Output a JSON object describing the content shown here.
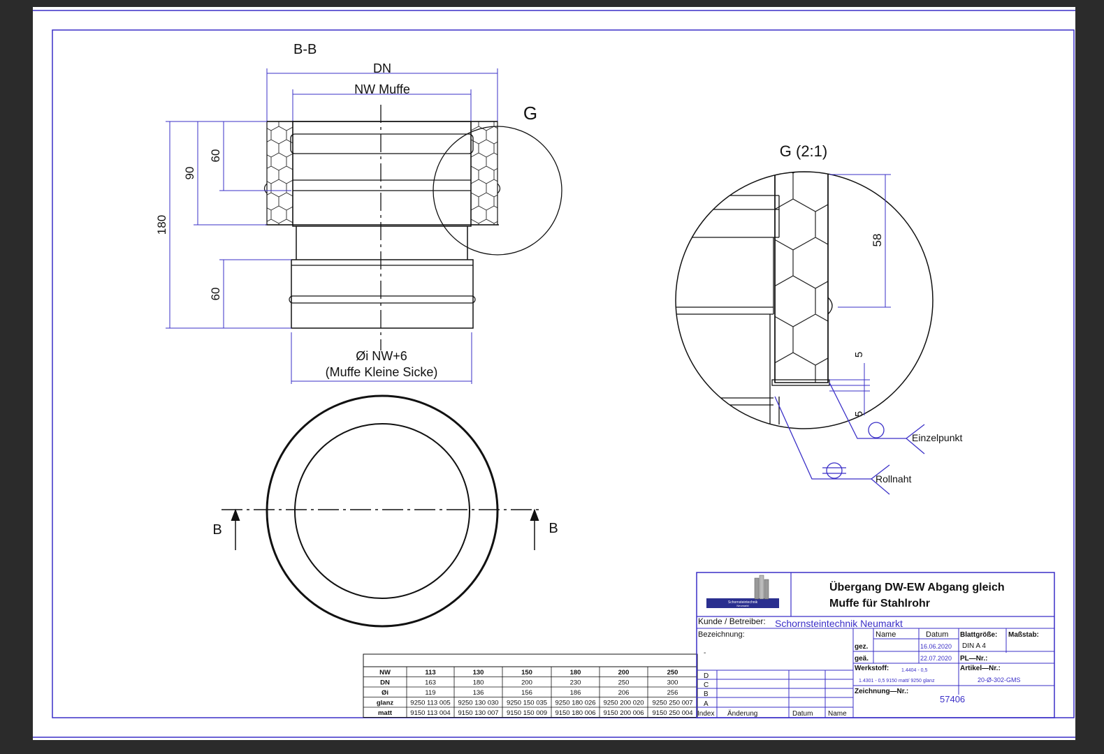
{
  "views": {
    "section_label": "B-B",
    "dim_dn": "DN",
    "dim_nw_muffe": "NW Muffe",
    "detail_marker": "G",
    "dim_180": "180",
    "dim_90": "90",
    "dim_60_top": "60",
    "dim_60_bottom": "60",
    "dim_oi_line1": "Øi NW+6",
    "dim_oi_line2": "(Muffe Kleine Sicke)",
    "section_arrow_left": "B",
    "section_arrow_right": "B"
  },
  "detail": {
    "title": "G (2:1)",
    "dim_58": "58",
    "dim_5_top": "5",
    "dim_5_bottom": "5",
    "weld_single": "Einzelpunkt",
    "weld_seam": "Rollnaht"
  },
  "table": {
    "headers": [
      "NW",
      "113",
      "130",
      "150",
      "180",
      "200",
      "250"
    ],
    "rows": [
      [
        "DN",
        "163",
        "180",
        "200",
        "230",
        "250",
        "300"
      ],
      [
        "Øi",
        "119",
        "136",
        "156",
        "186",
        "206",
        "256"
      ],
      [
        "glanz",
        "9250 113 005",
        "9250 130 030",
        "9250 150 035",
        "9250 180 026",
        "9250 200 020",
        "9250 250 007"
      ],
      [
        "matt",
        "9150 113 004",
        "9150 130 007",
        "9150 150 009",
        "9150 180 006",
        "9150 200 006",
        "9150 250 004"
      ]
    ]
  },
  "title_block": {
    "logo_text_1": "Schornsteintechnik",
    "logo_text_2": "Neumarkt",
    "title_line1": "Übergang DW-EW Abgang gleich",
    "title_line2": "Muffe für Stahlrohr",
    "kunde_label": "Kunde  /  Betreiber:",
    "kunde_value": "Schornsteintechnik Neumarkt",
    "bezeichnung_label": "Bezeichnung:",
    "bezeichnung_value": "-",
    "name_header": "Name",
    "datum_header": "Datum",
    "gez_label": "gez.",
    "gez_date": "16.06.2020",
    "ged_label": "geä.",
    "ged_date": "22.07.2020",
    "blattgroesse_label": "Blattgröße:",
    "blattgroesse_value": "DIN  A  4",
    "massstab_label": "Maßstab:",
    "pl_label": "PL—Nr.:",
    "werkstoff_label": "Werkstoff:",
    "werkstoff_value1": "1.4404 - 0,5",
    "werkstoff_value2": "1.4301 - 0,5   9150 matt/ 9250 glanz",
    "artikel_label": "Artikel—Nr.:",
    "artikel_value": "20-Ø-302-GMS",
    "zeichnung_label": "Zeichnung—Nr.:",
    "zeichnung_value": "57406",
    "revisions": [
      "D",
      "C",
      "B",
      "A"
    ],
    "rev_index": "Index",
    "rev_aenderung": "Änderung",
    "rev_datum": "Datum",
    "rev_name": "Name"
  },
  "colors": {
    "frame": "#3a2fc7",
    "line": "#111111",
    "background": "#ffffff",
    "outer": "#2b2b2b"
  }
}
